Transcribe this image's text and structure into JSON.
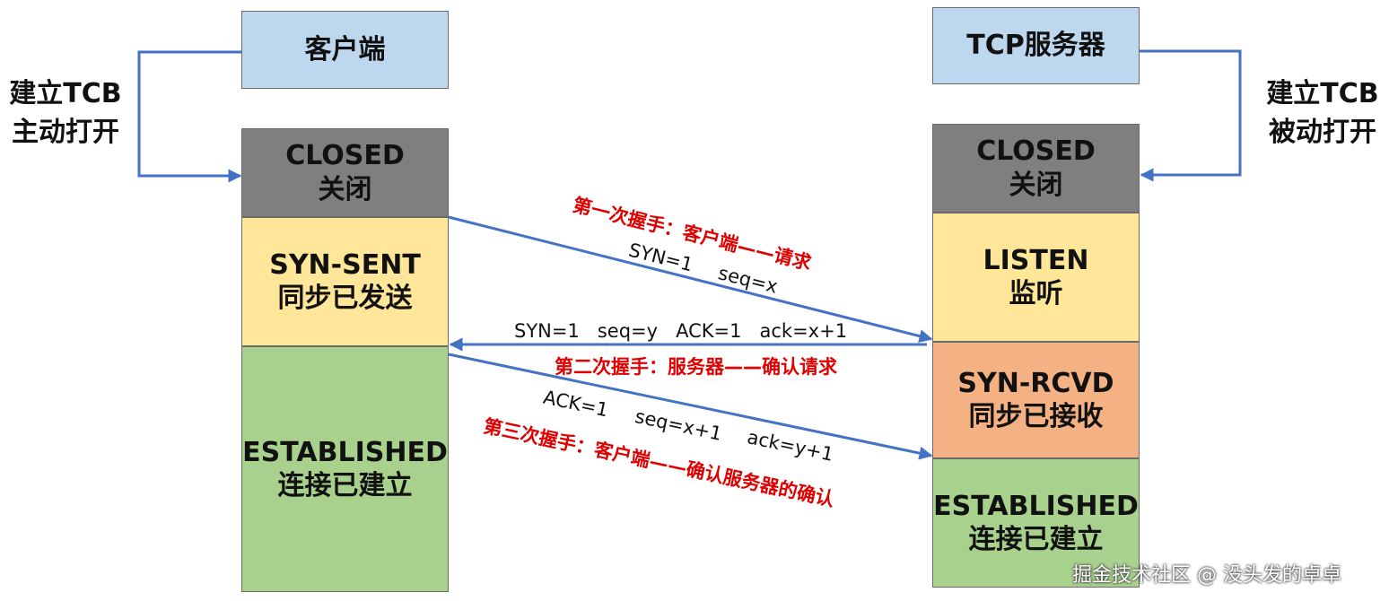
{
  "client": {
    "header": "客户端",
    "side_label_line1": "建立TCB",
    "side_label_line2": "主动打开",
    "states": [
      {
        "line1": "CLOSED",
        "line2": "关闭",
        "color": "#7f7f7f"
      },
      {
        "line1": "SYN-SENT",
        "line2": "同步已发送",
        "color": "#ffe699"
      },
      {
        "line1": "ESTABLISHED",
        "line2": "连接已建立",
        "color": "#a9d18e"
      }
    ]
  },
  "server": {
    "header": "TCP服务器",
    "side_label_line1": "建立TCB",
    "side_label_line2": "被动打开",
    "states": [
      {
        "line1": "CLOSED",
        "line2": "关闭",
        "color": "#7f7f7f"
      },
      {
        "line1": "LISTEN",
        "line2": "监听",
        "color": "#ffe699"
      },
      {
        "line1": "SYN-RCVD",
        "line2": "同步已接收",
        "color": "#f4b183"
      },
      {
        "line1": "ESTABLISHED",
        "line2": "连接已建立",
        "color": "#a9d18e"
      }
    ]
  },
  "handshakes": {
    "first": {
      "title": "第一次握手：客户端——请求",
      "syn": "SYN=1",
      "seq": "seq=x"
    },
    "second": {
      "params": "SYN=1   seq=y   ACK=1   ack=x+1",
      "title": "第二次握手：服务器——确认请求"
    },
    "third": {
      "ack": "ACK=1",
      "seq": "seq=x+1",
      "ack_num": "ack=y+1",
      "title": "第三次握手：客户端——确认服务器的确认"
    }
  },
  "colors": {
    "arrow": "#4472c4",
    "handshake_title": "#e00000",
    "header_fill": "#bdd7ee"
  },
  "watermark": "掘金技术社区 @ 没头发的卓卓"
}
